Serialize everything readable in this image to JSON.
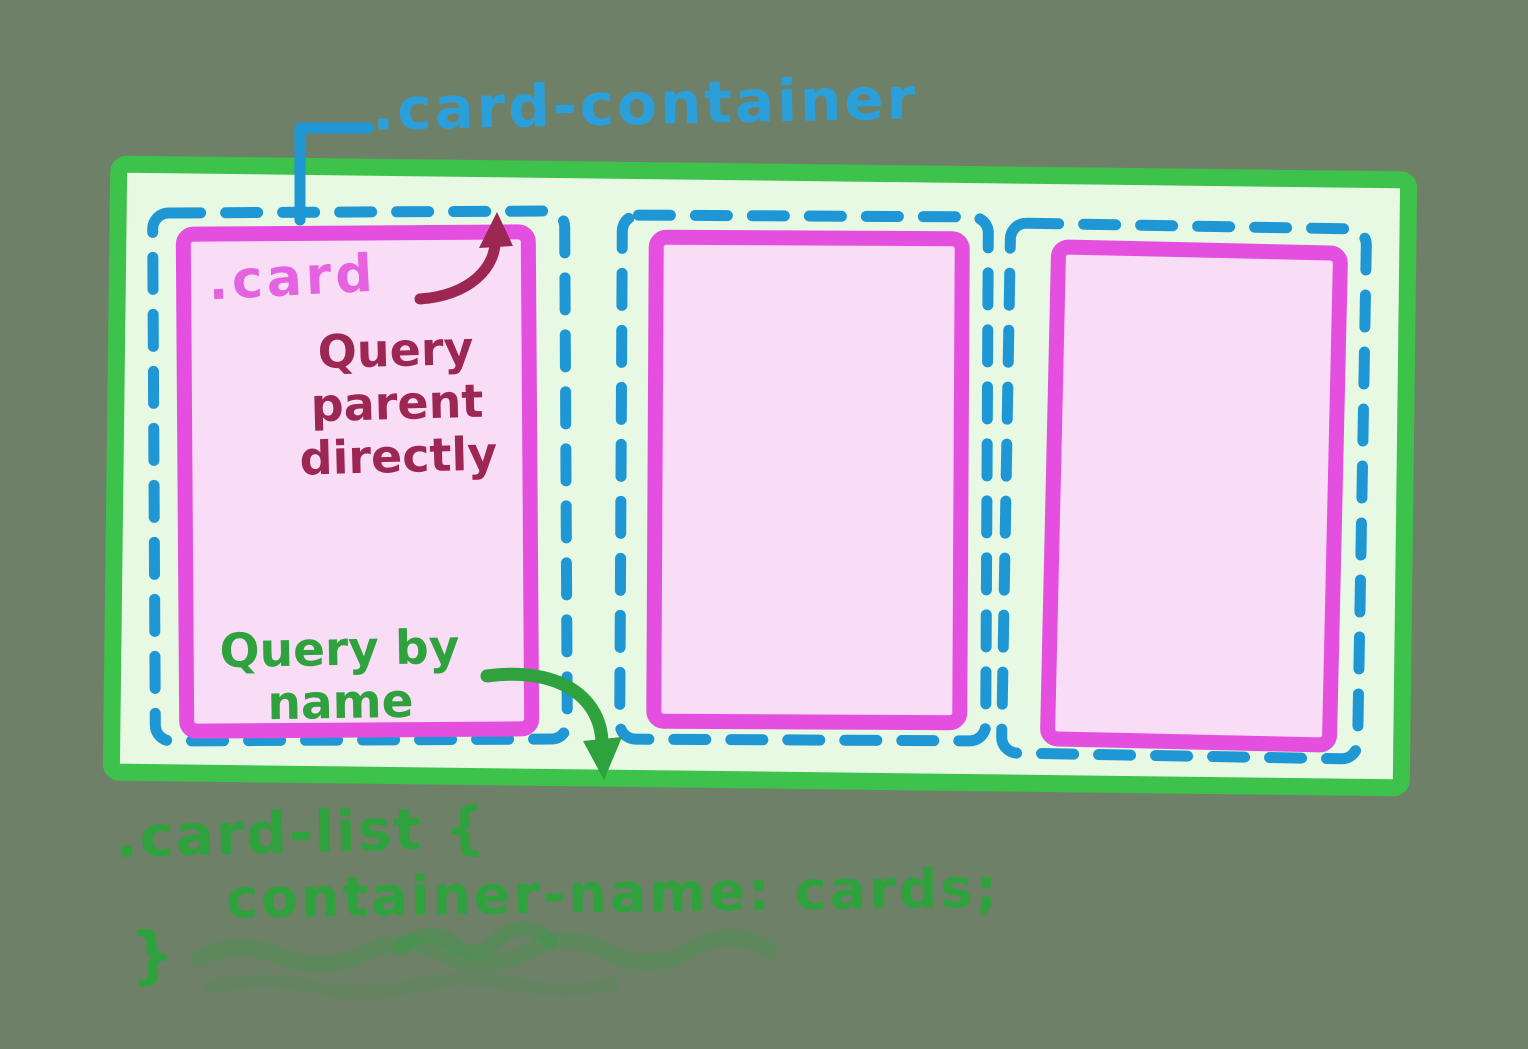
{
  "colors": {
    "background": "#6f8069",
    "container_border": "#3dc24b",
    "container_fill": "#e7f8e3",
    "dashed_border": "#1f97d4",
    "card_border": "#e44fe0",
    "card_fill": "#f9dcf6",
    "blue_text": "#2b9fd9",
    "magenta_text": "#e563e0",
    "maroon_text": "#9c2753",
    "green_text": "#2fa13d"
  },
  "labels": {
    "container_class": ".card-container",
    "card_class": ".card",
    "query_parent_line1": "Query",
    "query_parent_line2": "parent",
    "query_parent_line3": "directly",
    "query_name_line1": "Query by",
    "query_name_line2": "name"
  },
  "code": {
    "line1": ".card-list {",
    "line2": "container-name: cards;",
    "line3": "}"
  }
}
